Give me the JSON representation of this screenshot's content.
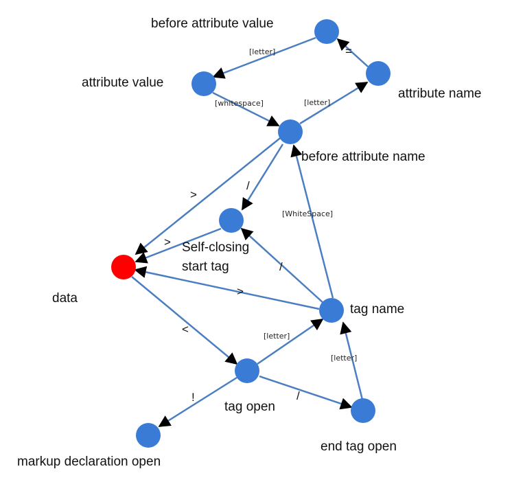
{
  "diagram": {
    "colors": {
      "node": "#3a7bd5",
      "node_active": "#ff0000",
      "edge": "#4a7ec0",
      "arrowhead": "#000000"
    },
    "nodes": {
      "data": "data",
      "tag_open": "tag open",
      "markup_declaration_open": "markup declaration open",
      "end_tag_open": "end tag open",
      "tag_name": "tag name",
      "self_closing_line1": "Self-closing",
      "self_closing_line2": "start tag",
      "before_attribute_name": "before attribute name",
      "attribute_name": "attribute name",
      "before_attribute_value": "before attribute value",
      "attribute_value": "attribute value"
    },
    "edges": {
      "ba_to_data": ">",
      "ba_to_selfclosing": "/",
      "selfclosing_to_data": ">",
      "tagname_to_selfclosing": "/",
      "tagname_to_ba": "[WhiteSpace]",
      "tagname_to_data": ">",
      "data_to_tagopen": "<",
      "tagopen_to_tagname": "[letter]",
      "tagopen_to_markup": "!",
      "tagopen_to_endtag": "/",
      "endtag_to_tagname": "[letter]",
      "ba_to_attrname": "[letter]",
      "attrname_to_bav": "=",
      "bav_to_attrvalue": "[letter]",
      "attrvalue_to_ba": "[whitespace]"
    }
  }
}
